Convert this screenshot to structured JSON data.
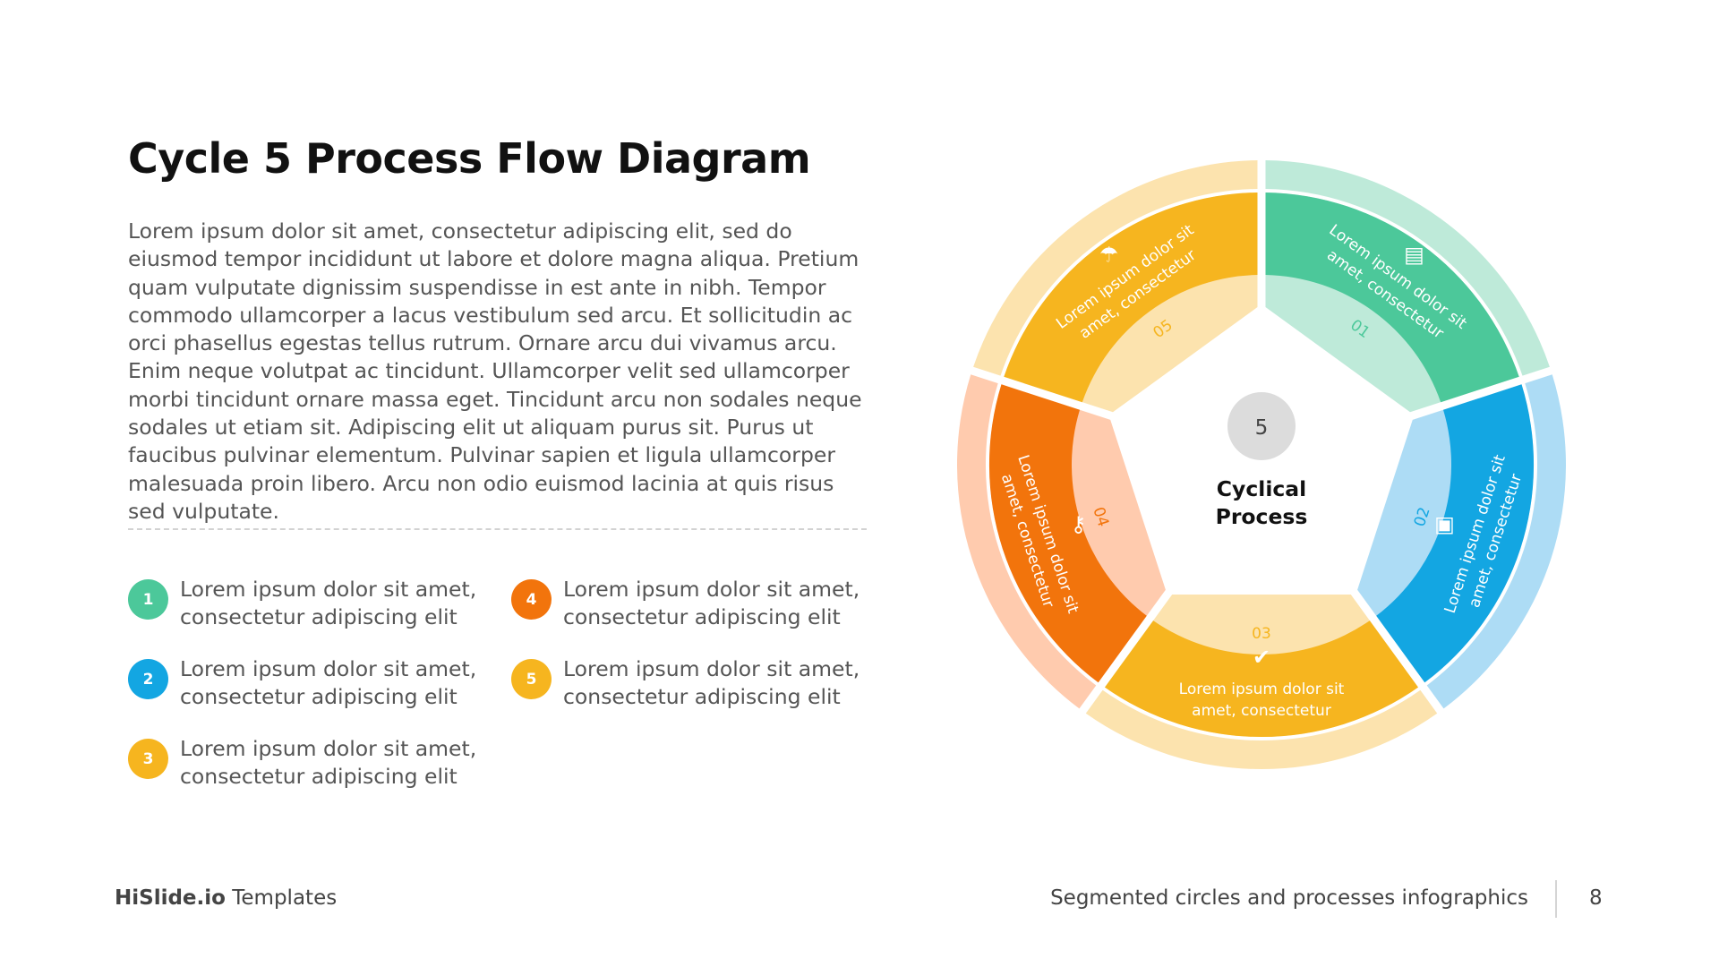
{
  "slide": {
    "title": "Cycle 5 Process Flow Diagram",
    "body": "Lorem ipsum dolor sit amet, consectetur adipiscing elit, sed do eiusmod tempor incididunt ut labore et dolore magna aliqua. Pretium quam vulputate dignissim suspendisse in est ante in nibh. Tempor commodo ullamcorper a lacus vestibulum sed arcu. Et sollicitudin ac orci phasellus egestas tellus rutrum. Ornare arcu dui vivamus arcu. Enim neque volutpat ac tincidunt. Ullamcorper velit sed ullamcorper morbi tincidunt ornare massa eget. Tincidunt arcu non sodales neque sodales ut etiam sit. Adipiscing elit ut aliquam purus sit. Purus ut faucibus pulvinar elementum. Pulvinar sapien et ligula ullamcorper malesuada proin libero. Arcu non odio euismod lacinia at quis risus sed vulputate."
  },
  "legend": [
    {
      "number": "1",
      "text": "Lorem ipsum dolor sit amet, consectetur adipiscing elit",
      "color": "#4CC89A"
    },
    {
      "number": "2",
      "text": "Lorem ipsum dolor sit amet, consectetur adipiscing elit",
      "color": "#13A6E2"
    },
    {
      "number": "3",
      "text": "Lorem ipsum dolor sit amet, consectetur adipiscing elit",
      "color": "#F6B51F"
    },
    {
      "number": "4",
      "text": "Lorem ipsum dolor sit amet, consectetur adipiscing elit",
      "color": "#F2740C"
    },
    {
      "number": "5",
      "text": "Lorem ipsum dolor sit amet, consectetur adipiscing elit",
      "color": "#F6B51F"
    }
  ],
  "diagram": {
    "center_number": "5",
    "center_title_line1": "Cyclical",
    "center_title_line2": "Process",
    "segments": [
      {
        "code": "01",
        "label_line1": "Lorem ipsum dolor sit",
        "label_line2": "amet, consectetur",
        "icon": "wallet-icon",
        "color": "#4CC89A",
        "light_color": "#BEEAD9",
        "code_color": "#4CC89A"
      },
      {
        "code": "02",
        "label_line1": "Lorem ipsum dolor sit",
        "label_line2": "amet, consectetur",
        "icon": "lock-icon",
        "color": "#13A6E2",
        "light_color": "#ADDCF5",
        "code_color": "#13A6E2"
      },
      {
        "code": "03",
        "label_line1": "Lorem ipsum dolor sit",
        "label_line2": "amet, consectetur",
        "icon": "shield-check-icon",
        "color": "#F6B51F",
        "light_color": "#FCE3AE",
        "code_color": "#F6B51F"
      },
      {
        "code": "04",
        "label_line1": "Lorem ipsum dolor sit",
        "label_line2": "amet, consectetur",
        "icon": "key-icon",
        "color": "#F2740C",
        "light_color": "#FFCBAE",
        "code_color": "#F2740C"
      },
      {
        "code": "05",
        "label_line1": "Lorem ipsum dolor sit",
        "label_line2": "amet, consectetur",
        "icon": "umbrella-icon",
        "color": "#F6B51F",
        "light_color": "#FCE3AE",
        "code_color": "#F6B51F"
      }
    ]
  },
  "footer": {
    "brand": "HiSlide.io",
    "brand_suffix": " Templates",
    "subtitle": "Segmented circles and processes infographics",
    "page": "8"
  }
}
